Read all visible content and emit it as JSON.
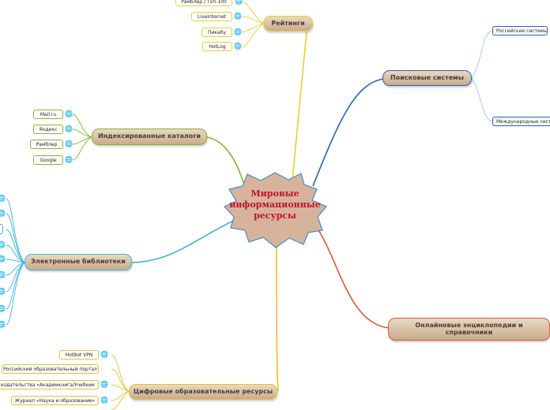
{
  "center": {
    "label": "Мировые информационные ресурсы"
  },
  "branches": {
    "ratings": {
      "label": "Рейтинги",
      "color": "#e8d02a",
      "items": [
        "Рамблер / Топ-100",
        "LiveInternet",
        "Пикабу",
        "HotLog"
      ]
    },
    "search": {
      "label": "Поисковые системы",
      "color": "#1f62b8",
      "items": [
        "Российские системы",
        "Международные системы"
      ]
    },
    "catalogs": {
      "label": "Индексированные каталоги",
      "color": "#86b52b",
      "items": [
        "Mail.ru",
        "Яндекс",
        "Рамблер",
        "Google"
      ]
    },
    "libraries": {
      "label": "Электронные библиотеки",
      "color": "#3bb3e0"
    },
    "encyclopedias": {
      "label": "Онлайновые энциклопедии и справочники",
      "color": "#e8532a"
    },
    "digital": {
      "label": "Цифровые образовательные ресурсы",
      "color": "#e8c02a",
      "items": [
        "HotBot VPN",
        "Российский образовательный портал",
        "Сайт издательства «Академкнига/Учебник",
        "Журнал «Наука и образование»"
      ]
    }
  },
  "icons": {
    "link": "globe-icon"
  }
}
